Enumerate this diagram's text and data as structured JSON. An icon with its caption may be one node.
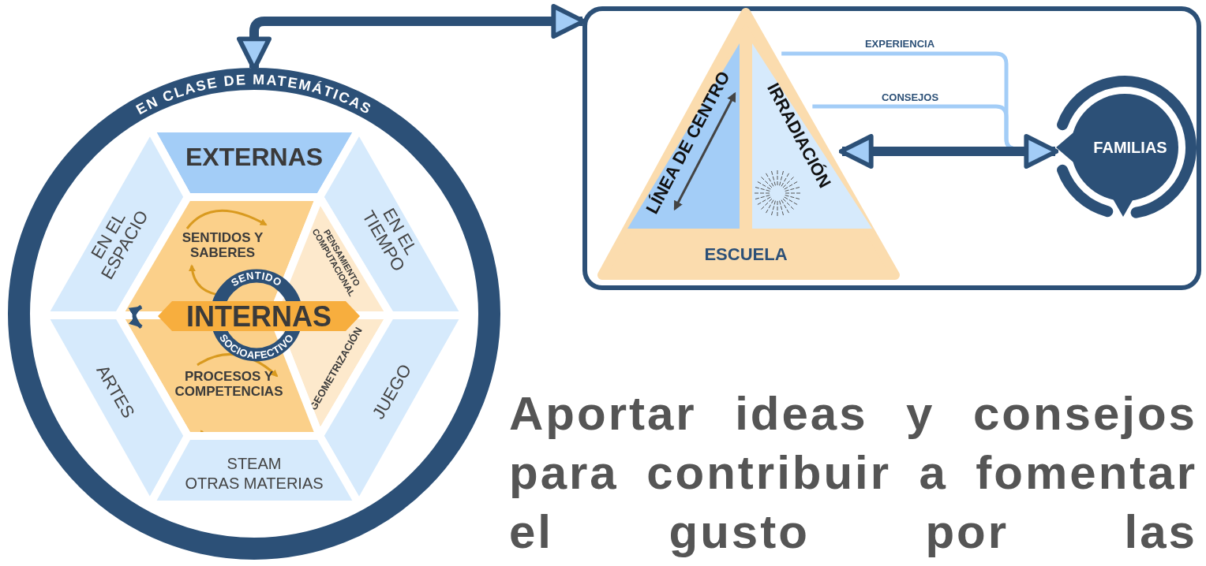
{
  "diagram": {
    "nodes": [
      {
        "text": [
          "EN CLASE DE MATEMÁTICAS"
        ]
      },
      {
        "text": [
          "EXTERNAS"
        ],
        "in": 0
      },
      {
        "text": [
          "EN EL ESPACIO"
        ],
        "in": 0
      },
      {
        "text": [
          "EN EL TIEMPO"
        ],
        "in": 0
      },
      {
        "text": [
          "SENTIDOS Y SABERES"
        ],
        "in": 0
      },
      {
        "text": [
          "PENSAMIENTO COMPUTACIONAL"
        ],
        "in": 0
      },
      {
        "text": [
          "SENTIDO",
          "SOCIOAFECTIVO"
        ],
        "in": 0
      },
      {
        "text": [
          "INTERNAS"
        ],
        "in": 0
      },
      {
        "text": [
          "GEOMETRIZACIÓN"
        ],
        "in": 0
      },
      {
        "text": [
          "PROCESOS Y COMPETENCIAS"
        ],
        "in": 0
      },
      {
        "text": [
          "ARTES"
        ],
        "in": 0
      },
      {
        "text": [
          "JUEGO"
        ],
        "in": 0
      },
      {
        "text": [
          "STEAM",
          "OTRAS MATERIAS"
        ],
        "in": 0
      },
      {
        "text": [],
        "shape": "box"
      },
      {
        "text": [
          "ESCUELA"
        ],
        "in": 13
      },
      {
        "text": [
          "LÍNEA DE CENTRO"
        ],
        "in": 14
      },
      {
        "text": [
          "IRRADIACIÓN"
        ],
        "in": 14
      },
      {
        "text": [
          "FAMILIAS"
        ],
        "in": 13
      }
    ],
    "edges": [
      {
        "from": 0,
        "to": 13,
        "arrow": "both",
        "style": "thick"
      },
      {
        "from": 4,
        "to": 9,
        "arrow": "both"
      },
      {
        "from": 14,
        "to": 17,
        "label": "EXPERIENCIA",
        "arrow": "to",
        "color": "#a3cdf7"
      },
      {
        "from": 14,
        "to": 17,
        "label": "CONSEJOS",
        "arrow": "to",
        "color": "#a3cdf7"
      },
      {
        "from": 14,
        "to": 17,
        "arrow": "both",
        "style": "thick"
      }
    ],
    "labels": [
      "Aportar ideas y consejos para contribuir a fomentar el gusto por las"
    ]
  }
}
